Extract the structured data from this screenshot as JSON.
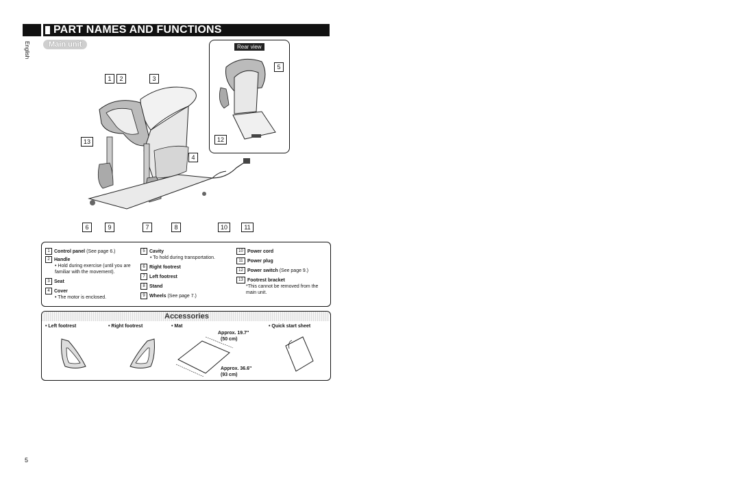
{
  "header": {
    "title": "PART NAMES AND FUNCTIONS",
    "language": "English"
  },
  "main_unit_label": "Main unit",
  "rear_view_label": "Rear view",
  "callouts": [
    "1",
    "2",
    "3",
    "4",
    "5",
    "6",
    "7",
    "8",
    "9",
    "10",
    "11",
    "12",
    "13"
  ],
  "legend": {
    "col1": [
      {
        "num": "1",
        "name": "Control panel",
        "extra": "(See page 6.)"
      },
      {
        "num": "2",
        "name": "Handle",
        "note": "• Hold during exercise (until you are familiar with the movement)."
      },
      {
        "num": "3",
        "name": "Seat"
      },
      {
        "num": "4",
        "name": "Cover",
        "note": "• The motor is enclosed."
      }
    ],
    "col2": [
      {
        "num": "5",
        "name": "Cavity",
        "note": "• To hold during transportation."
      },
      {
        "num": "6",
        "name": "Right footrest"
      },
      {
        "num": "7",
        "name": "Left footrest"
      },
      {
        "num": "8",
        "name": "Stand"
      },
      {
        "num": "9",
        "name": "Wheels",
        "extra": "(See page 7.)"
      }
    ],
    "col3": [
      {
        "num": "10",
        "name": "Power cord"
      },
      {
        "num": "11",
        "name": "Power plug"
      },
      {
        "num": "12",
        "name": "Power switch",
        "extra": "(See page 9.)"
      },
      {
        "num": "13",
        "name": "Footrest bracket",
        "note": "*This cannot be removed from the main unit."
      }
    ]
  },
  "accessories": {
    "title": "Accessories",
    "items": [
      "• Left footrest",
      "• Right footrest",
      "• Mat",
      "• Quick start sheet"
    ],
    "mat_dim1": "Approx. 19.7\"",
    "mat_dim1_cm": "(50 cm)",
    "mat_dim2": "Approx. 36.6\"",
    "mat_dim2_cm": "(93 cm)"
  },
  "page_number": "5"
}
